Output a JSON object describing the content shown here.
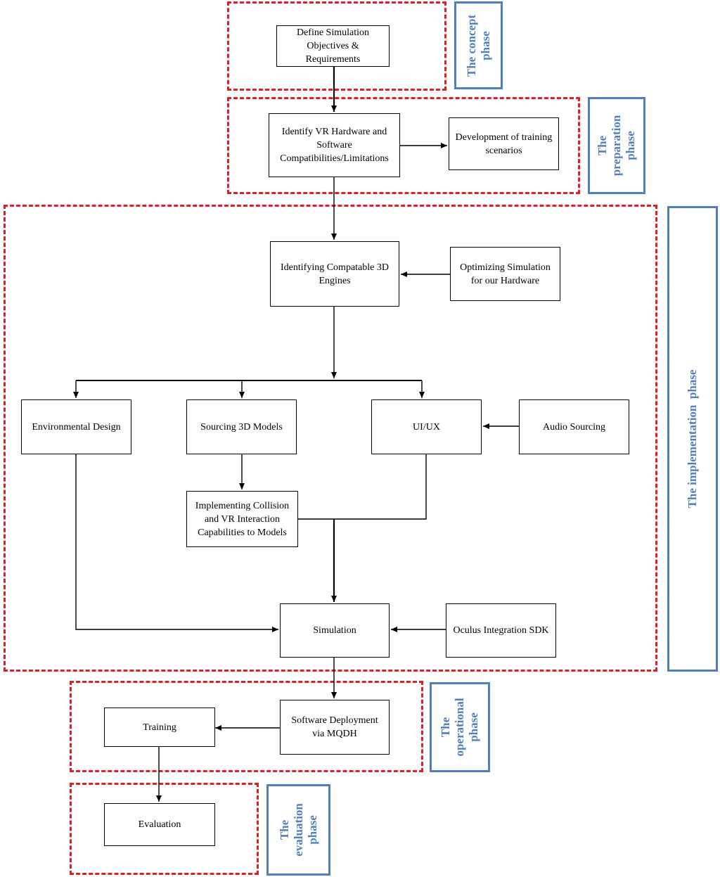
{
  "colors": {
    "phase_border": "#e01f26",
    "phase_label": "#4f7fbd",
    "node_border": "#000000",
    "connector": "#000000"
  },
  "phases": {
    "concept": "The concept\nphase",
    "preparation": "The\npreparation\nphase",
    "implementation": "The implementation  phase",
    "operational": "The\noperational\nphase",
    "evaluation": "The\nevaluation\nphase"
  },
  "nodes": {
    "define_objectives": "Define Simulation\nObjectives &\nRequirements",
    "identify_vr_hardware": "Identify VR  Hardware  and\nSoftware\nCompatibilities/Limitations",
    "training_scenarios": "Development of training\nscenarios",
    "compatible_engines": "Identifying Compatable 3D\nEngines",
    "optimizing_simulation": "Optimizing Simulation\nfor our Hardware",
    "environmental_design": "Environmental Design",
    "sourcing_models": "Sourcing  3D Models",
    "ui_ux": "UI/UX",
    "audio_sourcing": "Audio Sourcing",
    "implementing_collision": "Implementing Collision\nand VR  Interaction\nCapabilities to Models",
    "simulation": "Simulation",
    "oculus_sdk": "Oculus  Integration SDK",
    "software_deployment": "Software Deployment\nvia MQDH",
    "training": "Training",
    "evaluation": "Evaluation"
  }
}
